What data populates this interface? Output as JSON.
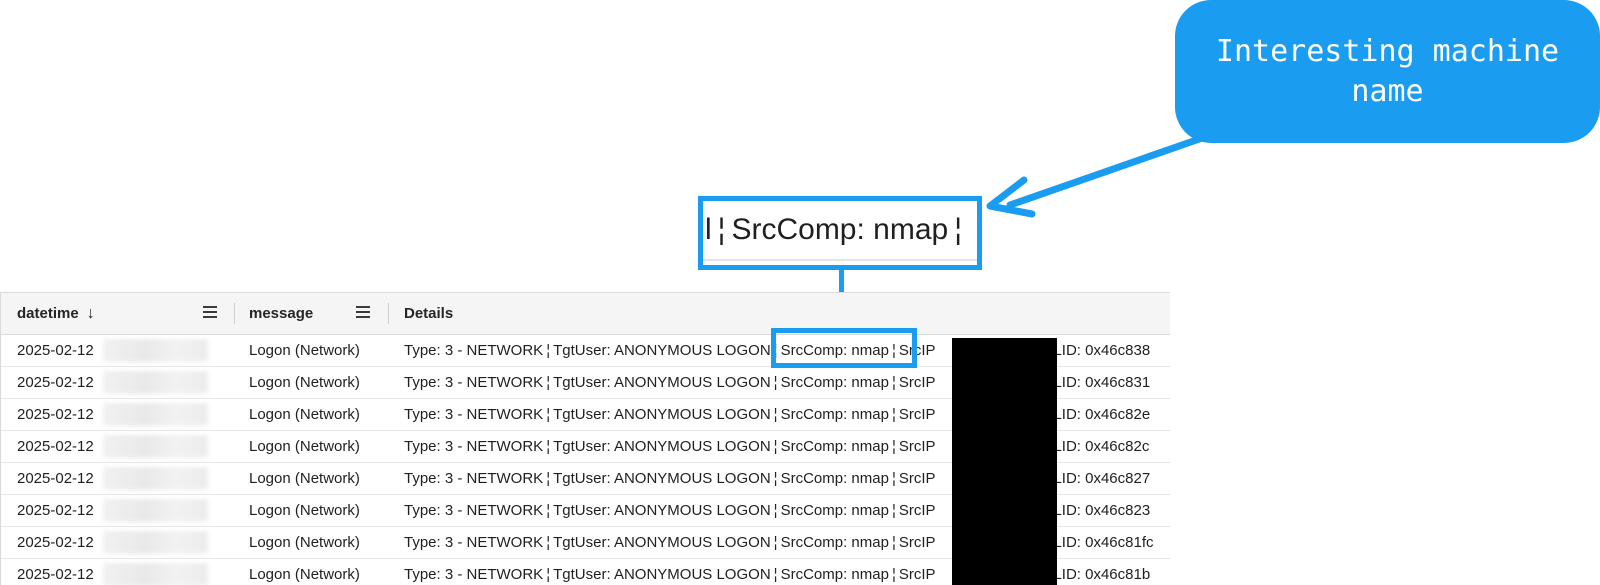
{
  "callout": {
    "text": "Interesting machine\nname"
  },
  "zoom": {
    "left_fragment": "l",
    "separator": "¦",
    "text": "SrcComp: nmap",
    "right_separator": "¦"
  },
  "table": {
    "columns": [
      {
        "label": "datetime",
        "sort_icon": "↓"
      },
      {
        "label": "message"
      },
      {
        "label": "Details"
      }
    ],
    "rows": [
      {
        "date": "2025-02-12",
        "message": "Logon (Network)",
        "type": "Type: 3 - NETWORK",
        "user": "TgtUser: ANONYMOUS LOGON",
        "comp": "SrcComp: nmap",
        "srcip": "SrcIP",
        "lid": "LID: 0x46c838"
      },
      {
        "date": "2025-02-12",
        "message": "Logon (Network)",
        "type": "Type: 3 - NETWORK",
        "user": "TgtUser: ANONYMOUS LOGON",
        "comp": "SrcComp: nmap",
        "srcip": "SrcIP",
        "lid": "LID: 0x46c831"
      },
      {
        "date": "2025-02-12",
        "message": "Logon (Network)",
        "type": "Type: 3 - NETWORK",
        "user": "TgtUser: ANONYMOUS LOGON",
        "comp": "SrcComp: nmap",
        "srcip": "SrcIP",
        "lid": "LID: 0x46c82e"
      },
      {
        "date": "2025-02-12",
        "message": "Logon (Network)",
        "type": "Type: 3 - NETWORK",
        "user": "TgtUser: ANONYMOUS LOGON",
        "comp": "SrcComp: nmap",
        "srcip": "SrcIP",
        "lid": "LID: 0x46c82c"
      },
      {
        "date": "2025-02-12",
        "message": "Logon (Network)",
        "type": "Type: 3 - NETWORK",
        "user": "TgtUser: ANONYMOUS LOGON",
        "comp": "SrcComp: nmap",
        "srcip": "SrcIP",
        "lid": "LID: 0x46c827"
      },
      {
        "date": "2025-02-12",
        "message": "Logon (Network)",
        "type": "Type: 3 - NETWORK",
        "user": "TgtUser: ANONYMOUS LOGON",
        "comp": "SrcComp: nmap",
        "srcip": "SrcIP",
        "lid": "LID: 0x46c823"
      },
      {
        "date": "2025-02-12",
        "message": "Logon (Network)",
        "type": "Type: 3 - NETWORK",
        "user": "TgtUser: ANONYMOUS LOGON",
        "comp": "SrcComp: nmap",
        "srcip": "SrcIP",
        "lid": "LID: 0x46c81fc"
      },
      {
        "date": "2025-02-12",
        "message": "Logon (Network)",
        "type": "Type: 3 - NETWORK",
        "user": "TgtUser: ANONYMOUS LOGON",
        "comp": "SrcComp: nmap",
        "srcip": "SrcIP",
        "lid": "LID: 0x46c81b"
      }
    ],
    "separator": "¦"
  },
  "colors": {
    "accent": "#1a9cf0",
    "redaction": "#000000",
    "header_bg": "#f5f5f5"
  }
}
